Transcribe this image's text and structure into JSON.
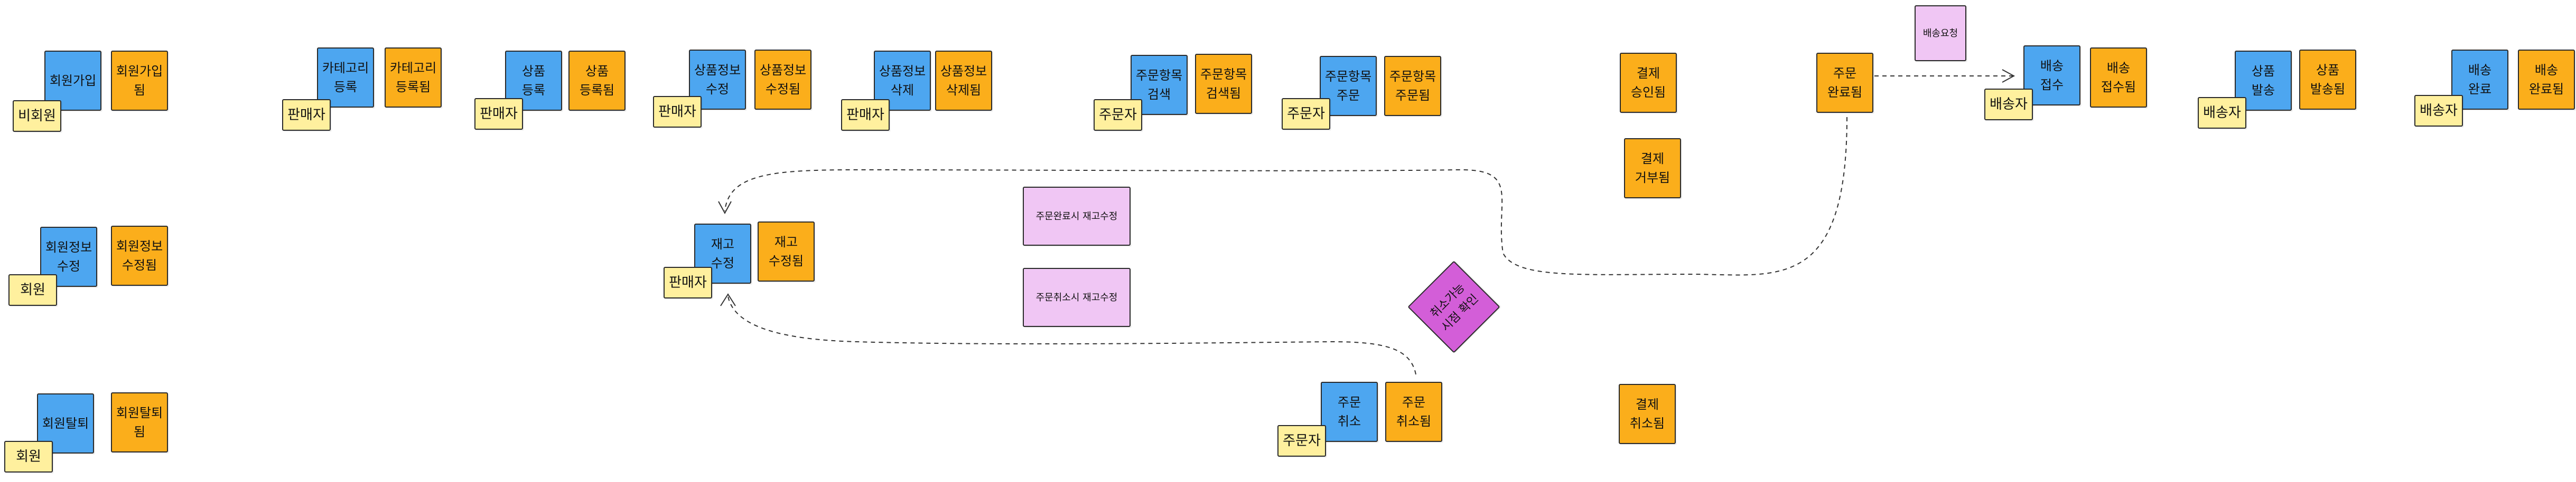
{
  "colors": {
    "command": "#4da6f0",
    "event": "#fbae1b",
    "actor": "#fff09e",
    "policy": "#f0c6f4",
    "hotspot": "#d35ed8"
  },
  "notes": {
    "member_signup_cmd": "회원가입",
    "member_signup_evt": "회원가입\n됨",
    "actor_nonmember": "비회원",
    "member_update_cmd": "회원정보\n수정",
    "member_update_evt": "회원정보\n수정됨",
    "actor_member_1": "회원",
    "member_withdraw_cmd": "회원탈퇴",
    "member_withdraw_evt": "회원탈퇴\n됨",
    "actor_member_2": "회원",
    "category_register_cmd": "카테고리\n등록",
    "category_register_evt": "카테고리\n등록됨",
    "actor_seller_1": "판매자",
    "product_register_cmd": "상품\n등록",
    "product_register_evt": "상품\n등록됨",
    "actor_seller_2": "판매자",
    "product_update_cmd": "상품정보\n수정",
    "product_update_evt": "상품정보\n수정됨",
    "actor_seller_3": "판매자",
    "product_delete_cmd": "상품정보\n삭제",
    "product_delete_evt": "상품정보\n삭제됨",
    "actor_seller_4": "판매자",
    "stock_update_cmd": "재고\n수정",
    "stock_update_evt": "재고\n수정됨",
    "actor_seller_5": "판매자",
    "policy_order_complete_stock": "주문완료시 재고수정",
    "policy_order_cancel_stock": "주문취소시 재고수정",
    "order_item_search_cmd": "주문항목\n검색",
    "order_item_search_evt": "주문항목\n검색됨",
    "actor_orderer_1": "주문자",
    "order_item_order_cmd": "주문항목\n주문",
    "order_item_order_evt": "주문항목\n주문됨",
    "actor_orderer_2": "주문자",
    "hotspot_cancelable": "취소가능\n시점 확인",
    "order_cancel_cmd": "주문\n취소",
    "order_cancel_evt": "주문\n취소됨",
    "actor_orderer_3": "주문자",
    "payment_approved_evt": "결제\n승인됨",
    "payment_rejected_evt": "결제\n거부됨",
    "payment_cancelled_evt": "결제\n취소됨",
    "order_complete_evt": "주문\n완료됨",
    "delivery_policy": "배송요청",
    "delivery_receive_cmd": "배송\n접수",
    "delivery_receive_evt": "배송\n접수됨",
    "actor_deliverer_1": "배송자",
    "product_ship_cmd": "상품\n발송",
    "product_ship_evt": "상품\n발송됨",
    "actor_deliverer_2": "배송자",
    "delivery_complete_cmd": "배송\n완료",
    "delivery_complete_evt": "배송\n완료됨",
    "actor_deliverer_3": "배송자"
  }
}
